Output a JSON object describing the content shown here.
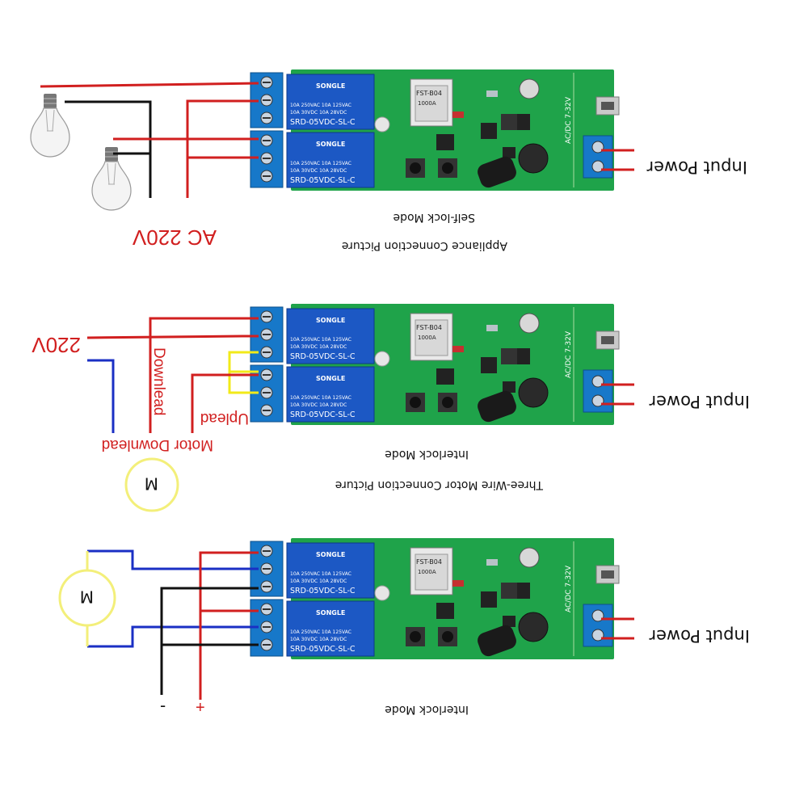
{
  "colors": {
    "red": "#d11f1f",
    "black": "#111111",
    "blue": "#1a2fc4",
    "yellow": "#f2ea19",
    "pcb": "#1fa34a",
    "relay": "#1c58c4",
    "terminal": "#1778c9",
    "motorRing": "#f3ef7a"
  },
  "icons": [
    "light-bulb-icon",
    "motor-icon",
    "relay-icon",
    "terminal-block-icon",
    "usb-port-icon",
    "antenna-icon"
  ],
  "relay": {
    "brand": "SONGLE",
    "line1": "10A 250VAC  10A 125VAC",
    "line2": "10A  30VDC  10A  28VDC",
    "model": "SRD-05VDC-SL-C"
  },
  "module": {
    "wifi_line1": "FST-B04",
    "wifi_line2": "1000A",
    "voltage": "AC/DC 7-32V"
  },
  "panel1": {
    "input_power": "Input Power",
    "mode": "Self-lock Mode",
    "caption": "Appliance Connection Picture",
    "ac_label": "AC 220V"
  },
  "panel2": {
    "input_power": "Input Power",
    "mode": "Interlock Mode",
    "caption": "Three-Wire Motor Connection Picture",
    "v_label": "220V",
    "downlead": "Downlead",
    "upload": "Uplead",
    "motor_downlead": "Motor Downlead",
    "motor": "M"
  },
  "panel3": {
    "input_power": "Input Power",
    "mode": "Interlock Mode",
    "motor": "M",
    "minus": "-",
    "plus": "+"
  }
}
